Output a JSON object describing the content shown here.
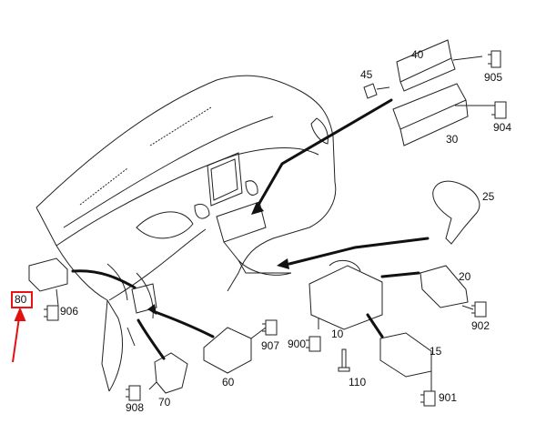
{
  "labels": {
    "l40": "40",
    "l45": "45",
    "l905": "905",
    "l904": "904",
    "l30": "30",
    "l25": "25",
    "l20": "20",
    "l902": "902",
    "l10": "10",
    "l900": "900",
    "l907": "907",
    "l60": "60",
    "l110": "110",
    "l15": "15",
    "l901": "901",
    "l80": "80",
    "l906": "906",
    "l908": "908",
    "l70": "70"
  },
  "colors": {
    "line": "#222222",
    "highlight": "#e11111"
  }
}
